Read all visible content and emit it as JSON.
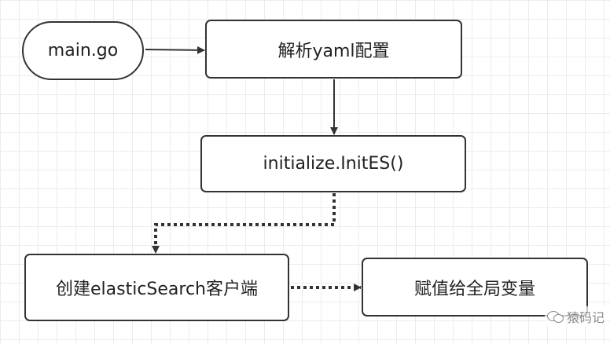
{
  "nodes": {
    "main": "main.go",
    "parse_yaml": "解析yaml配置",
    "init_es": "initialize.InitES()",
    "create_client": "创建elasticSearch客户端",
    "assign_global": "赋值给全局变量"
  },
  "edges": [
    {
      "from": "main",
      "to": "parse_yaml",
      "style": "solid"
    },
    {
      "from": "parse_yaml",
      "to": "init_es",
      "style": "solid"
    },
    {
      "from": "init_es",
      "to": "create_client",
      "style": "dotted"
    },
    {
      "from": "create_client",
      "to": "assign_global",
      "style": "dotted"
    }
  ],
  "watermark": {
    "icon": "wechat-icon",
    "text": "猿码记"
  },
  "colors": {
    "stroke": "#333333",
    "grid": "#ececec",
    "watermark": "#8a8a8a"
  }
}
